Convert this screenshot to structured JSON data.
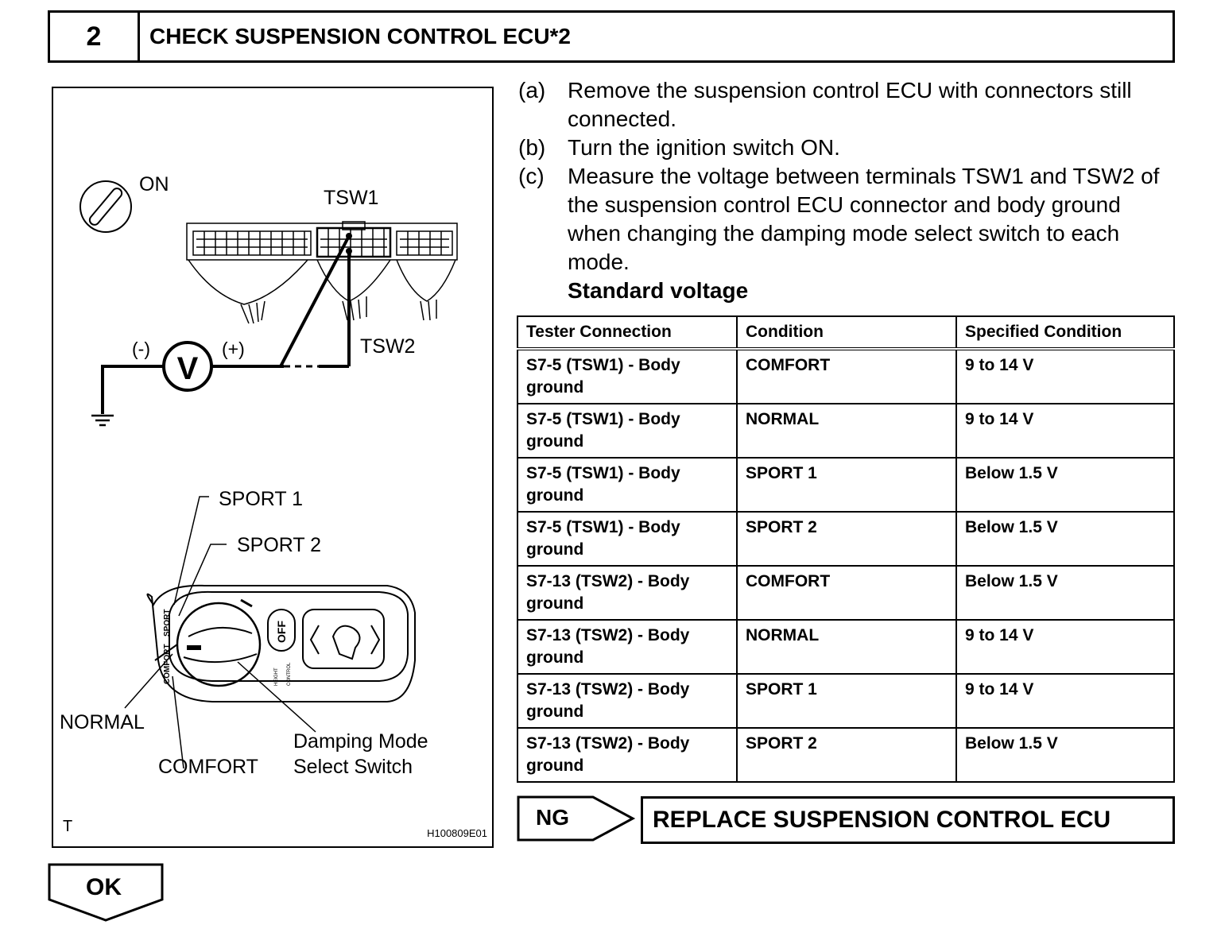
{
  "header": {
    "step_number": "2",
    "title": "CHECK SUSPENSION CONTROL ECU*2"
  },
  "figure": {
    "ignition_label": "ON",
    "tsw1_label": "TSW1",
    "tsw2_label": "TSW2",
    "minus_label": "(-)",
    "plus_label": "(+)",
    "voltmeter_symbol": "V",
    "sport1_label": "SPORT 1",
    "sport2_label": "SPORT 2",
    "normal_label": "NORMAL",
    "comfort_label": "COMFORT",
    "switch_label_line1": "Damping Mode",
    "switch_label_line2": "Select Switch",
    "knob_sport_text": "SPORT",
    "knob_comfort_text": "COMFORT",
    "off_button_text": "OFF",
    "height_text": "HEIGHT",
    "control_text": "CONTROL",
    "corner_code": "T",
    "figure_id": "H100809E01"
  },
  "instructions": {
    "a_label": "(a)",
    "a_text": "Remove the suspension control ECU with connectors still connected.",
    "b_label": "(b)",
    "b_text": "Turn the ignition switch ON.",
    "c_label": "(c)",
    "c_text": "Measure the voltage between terminals TSW1 and TSW2 of the suspension control ECU connector and body ground when changing the damping mode select switch to each mode.",
    "standard_heading": "Standard voltage"
  },
  "table": {
    "headers": [
      "Tester Connection",
      "Condition",
      "Specified Condition"
    ],
    "rows": [
      [
        "S7-5 (TSW1) - Body ground",
        "COMFORT",
        "9 to 14 V"
      ],
      [
        "S7-5 (TSW1) - Body ground",
        "NORMAL",
        "9 to 14 V"
      ],
      [
        "S7-5 (TSW1) - Body ground",
        "SPORT 1",
        "Below 1.5 V"
      ],
      [
        "S7-5 (TSW1) - Body ground",
        "SPORT 2",
        "Below 1.5 V"
      ],
      [
        "S7-13 (TSW2) - Body ground",
        "COMFORT",
        "Below 1.5 V"
      ],
      [
        "S7-13 (TSW2) - Body ground",
        "NORMAL",
        "9 to 14 V"
      ],
      [
        "S7-13 (TSW2) - Body ground",
        "SPORT 1",
        "9 to 14 V"
      ],
      [
        "S7-13 (TSW2) - Body ground",
        "SPORT 2",
        "Below 1.5 V"
      ]
    ]
  },
  "ng": {
    "label": "NG",
    "action": "REPLACE SUSPENSION CONTROL ECU"
  },
  "ok": {
    "label": "OK"
  }
}
